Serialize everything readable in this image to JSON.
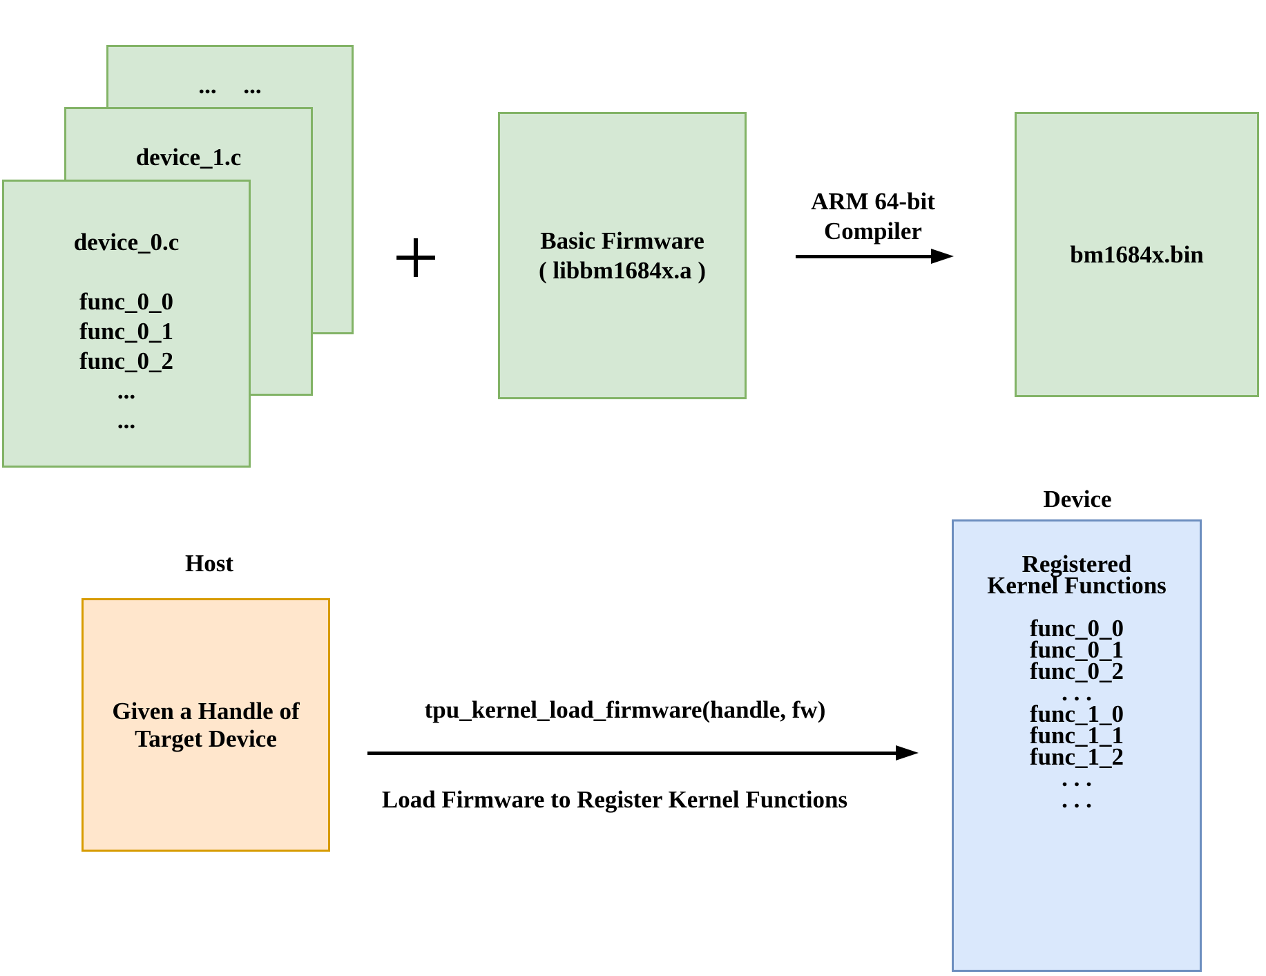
{
  "stack": {
    "back_dots": "... ...",
    "middle_title": "device_1.c",
    "front_title": "device_0.c",
    "front_lines": [
      "func_0_0",
      "func_0_1",
      "func_0_2",
      "...",
      "..."
    ]
  },
  "plus_sign": "+",
  "firmware_box": {
    "line1": "Basic Firmware",
    "line2": "( libbm1684x.a )"
  },
  "compiler_label": {
    "line1": "ARM 64-bit",
    "line2": "Compiler"
  },
  "bin_box_label": "bm1684x.bin",
  "host": {
    "title": "Host",
    "line1": "Given a Handle of",
    "line2": "Target Device"
  },
  "load_call": "tpu_kernel_load_firmware(handle, fw)",
  "load_caption": "Load Firmware to Register Kernel Functions",
  "device": {
    "title": "Device",
    "heading1": "Registered",
    "heading2": "Kernel Functions",
    "lines": [
      "func_0_0",
      "func_0_1",
      "func_0_2",
      ". . .",
      "func_1_0",
      "func_1_1",
      "func_1_2",
      ". . .",
      ". . ."
    ]
  },
  "colors": {
    "green_fill": "#d5e8d4",
    "green_border": "#82b366",
    "orange_fill": "#ffe6cc",
    "orange_border": "#d79b00",
    "blue_fill": "#dae8fc",
    "blue_border": "#6c8ebf",
    "arrow": "#000000"
  }
}
